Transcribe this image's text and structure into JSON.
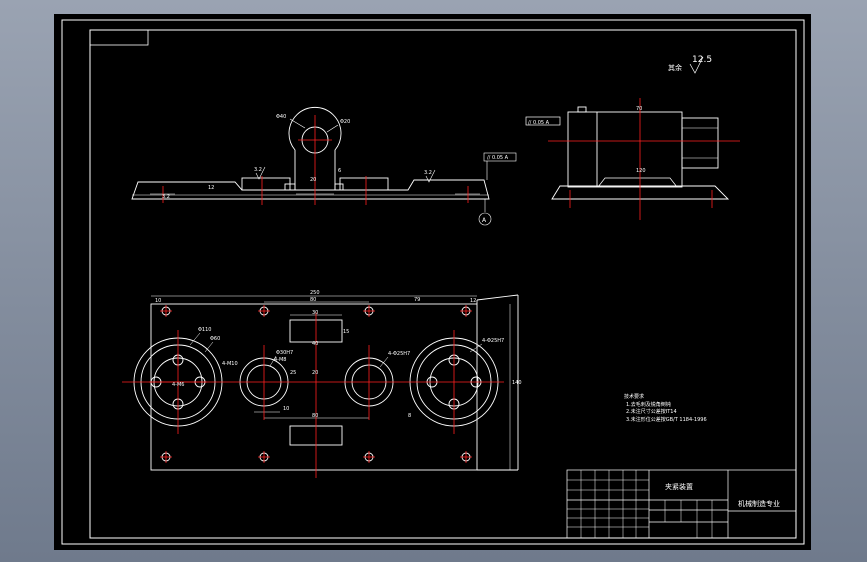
{
  "colors": {
    "paper": "#000000",
    "line": "#ffffff",
    "center": "#ff2020",
    "background": "#8c95a6"
  },
  "top_view": {
    "dim_phi40": "Φ40",
    "dim_phi20": "Φ20",
    "dim_20": "20",
    "dim_6": "6",
    "dim_12": "12",
    "roughness_left": "3.2",
    "roughness_right": "3.2",
    "roughness_mid": "3.2",
    "parallel_tol": "// 0.05 A",
    "datum": "A"
  },
  "side_view": {
    "roughness_main": "12.5",
    "roughness_other": "其余",
    "parallel_tol": "// 0.05 A",
    "dim_top": "70",
    "dim_bottom": "120"
  },
  "plan_view": {
    "dim_overall": "250",
    "dim_80_top": "80",
    "dim_79": "79",
    "dim_30": "30",
    "dim_15": "15",
    "dim_40": "40",
    "dim_25": "25",
    "dim_20": "20",
    "dim_10": "10",
    "dim_80_bottom": "80",
    "dim_8": "8",
    "dim_height": "140",
    "dim_10_left": "10",
    "dim_12_right": "12",
    "hole_phi110": "Φ110",
    "hole_phi60": "Φ60",
    "hole_4m10": "4-M10",
    "hole_phi30h7": "Φ30H7",
    "hole_4m8": "4-M8",
    "hole_4phi25h7_a": "4-Φ25H7",
    "hole_4phi25h7_b": "4-Φ25H7",
    "hole_4m6": "4-M6"
  },
  "notes": {
    "title": "技术要求",
    "line1": "1.去毛刺及锐角倒钝",
    "line2": "2.未注尺寸公差按IT14",
    "line3": "3.未注形位公差按GB/T 1184-1996"
  },
  "title_block": {
    "part_name": "夹紧装置",
    "company": "机械制造专业"
  }
}
